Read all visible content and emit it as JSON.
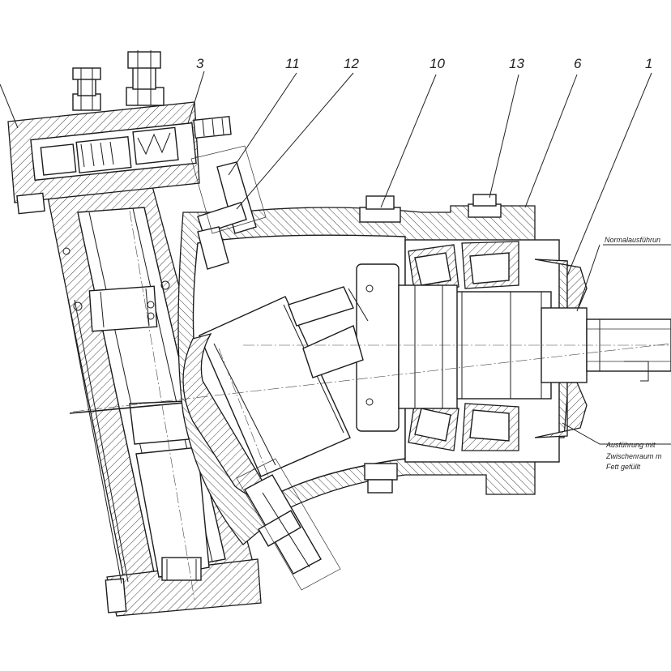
{
  "diagram": {
    "callouts": [
      {
        "id": "c3",
        "label": "3"
      },
      {
        "id": "c11",
        "label": "11"
      },
      {
        "id": "c12",
        "label": "12"
      },
      {
        "id": "c10",
        "label": "10"
      },
      {
        "id": "c13",
        "label": "13"
      },
      {
        "id": "c6",
        "label": "6"
      },
      {
        "id": "c1",
        "label": "1"
      }
    ],
    "notes": {
      "normal": "Normalausführun",
      "variant_line1": "Ausführung mit",
      "variant_line2": "Zwischenraum m",
      "variant_line3": "Fett gefüllt"
    },
    "colors": {
      "ink": "#1c1c1c",
      "paper": "#ffffff"
    }
  }
}
